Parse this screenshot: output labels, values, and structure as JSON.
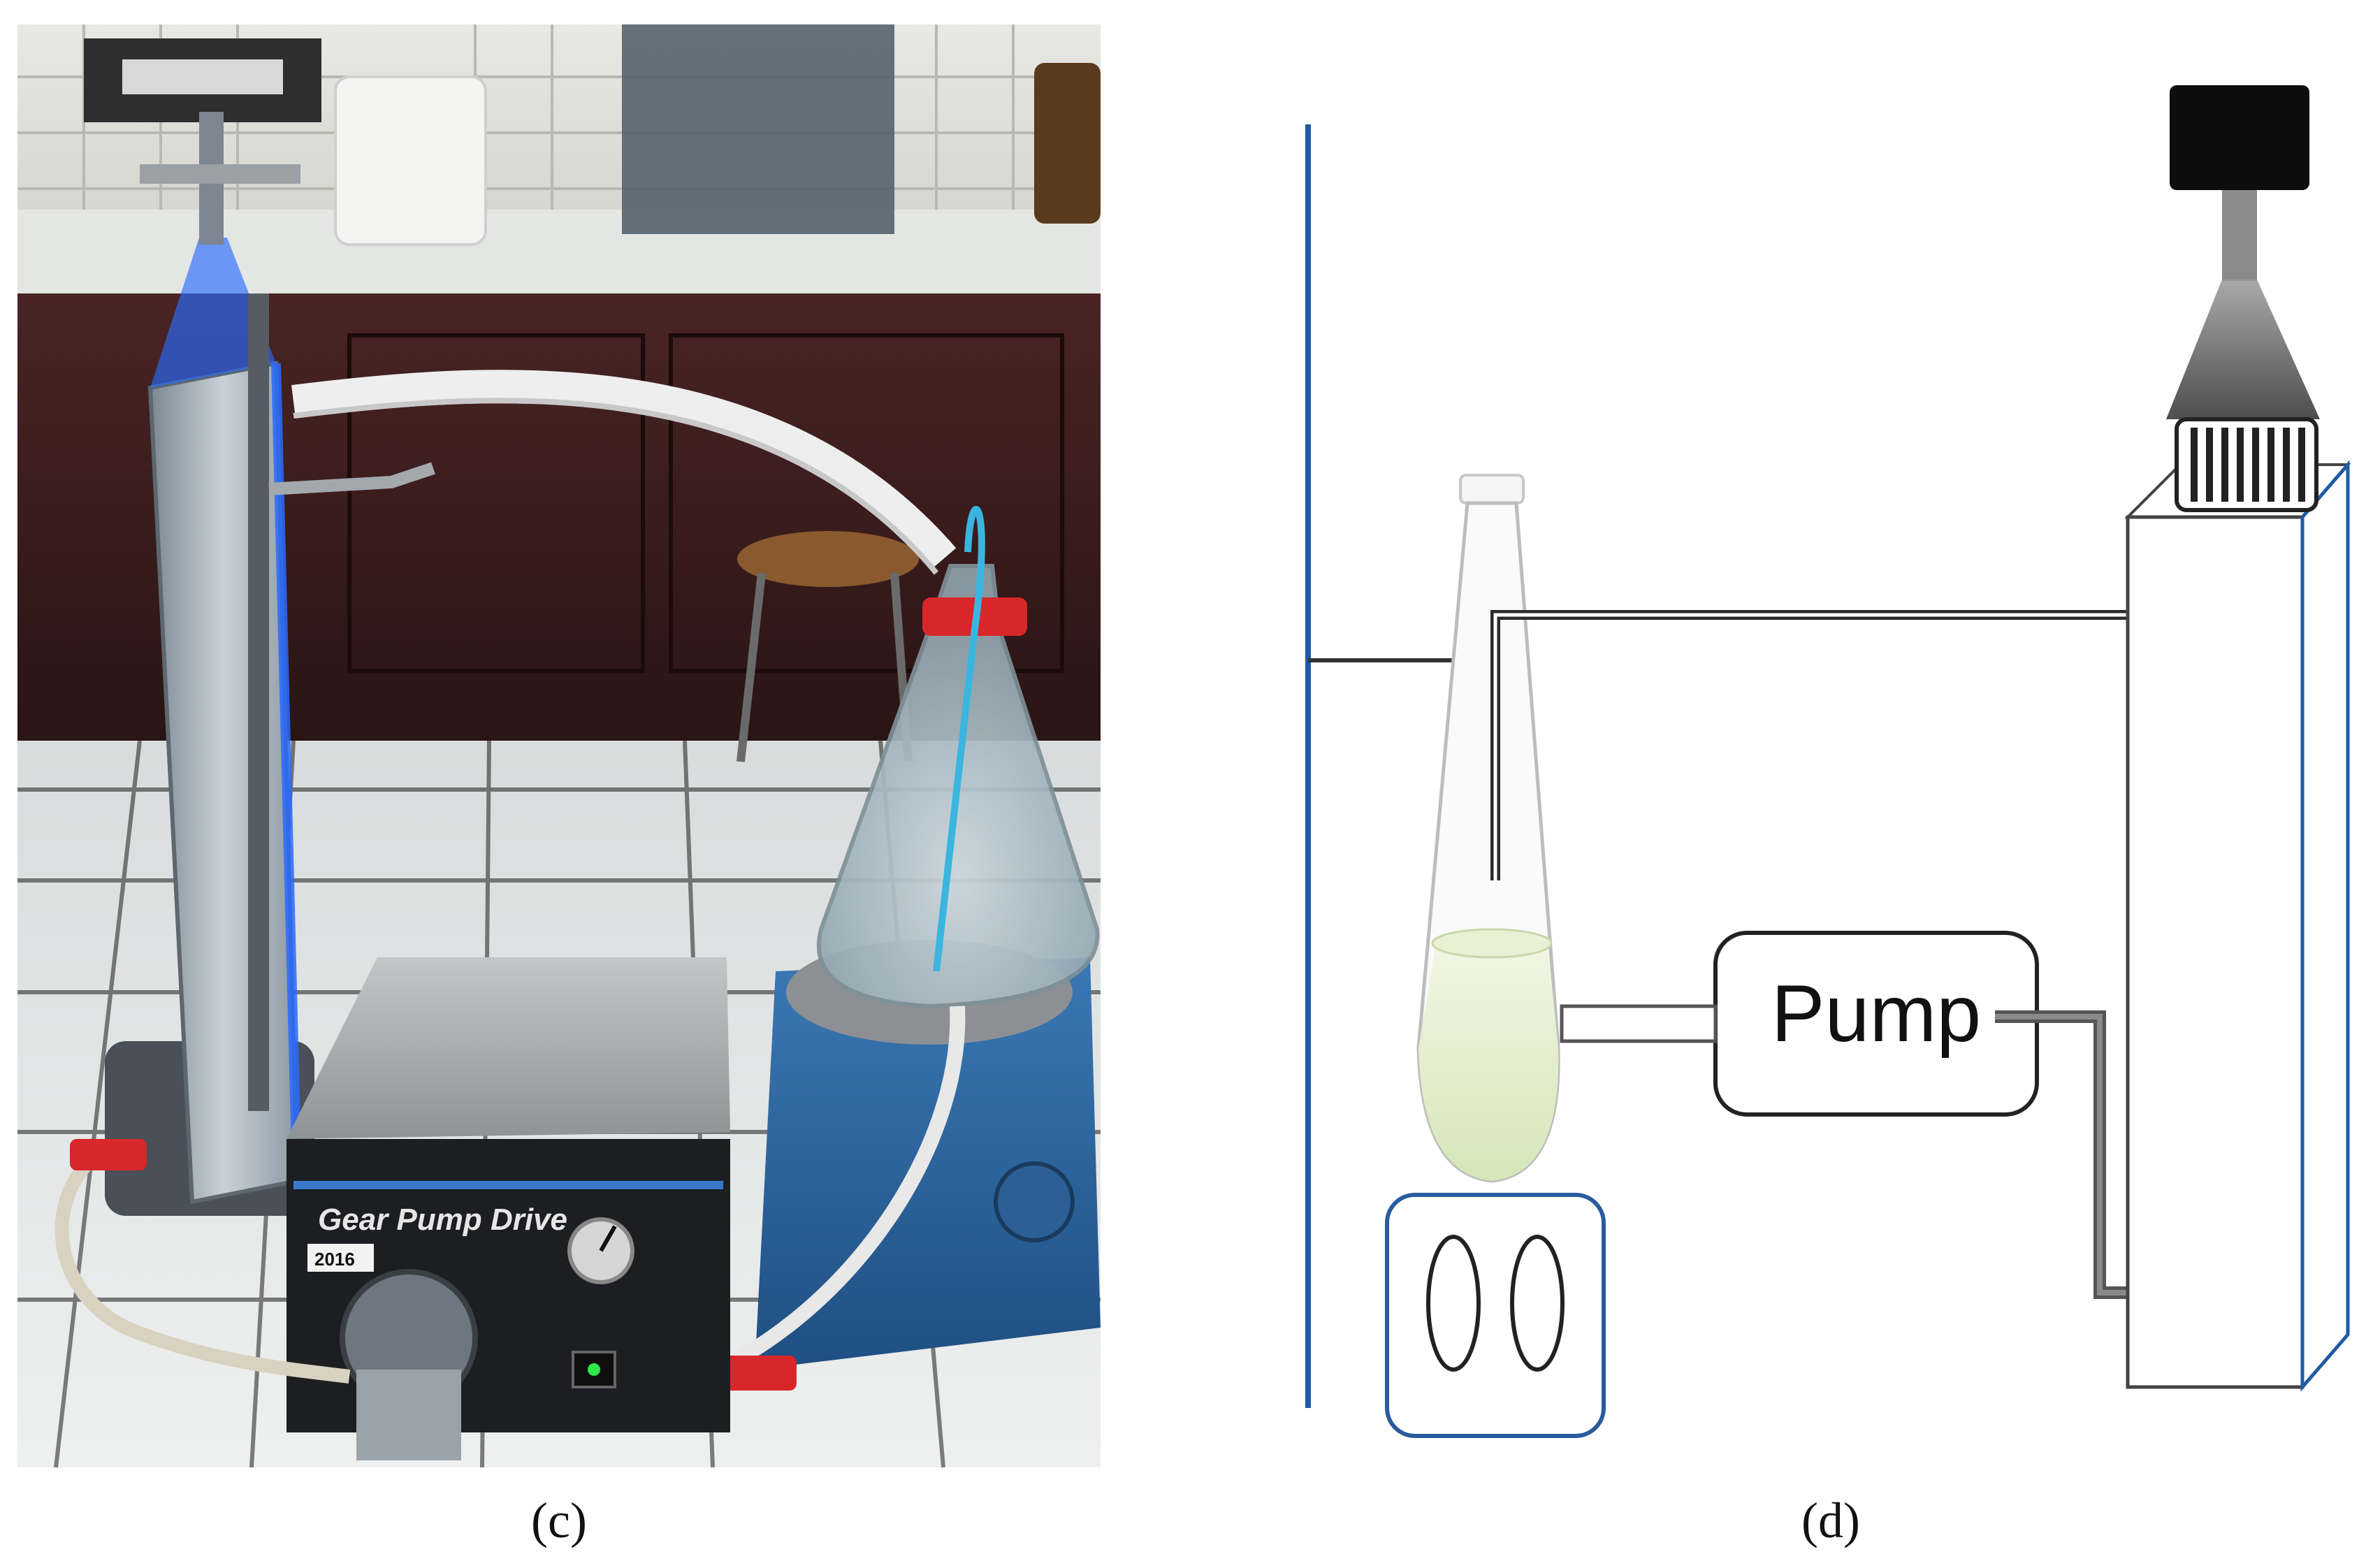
{
  "photo": {
    "device_name": "Gear Pump Drive",
    "device_sticker": "2016",
    "led_color": "#2ee84a",
    "light_color": "#2a6bff"
  },
  "schematic": {
    "pump_label": "Pump",
    "frame_color": "#1f5aa6"
  },
  "captions": {
    "left": "(c)",
    "right": "(d)"
  }
}
